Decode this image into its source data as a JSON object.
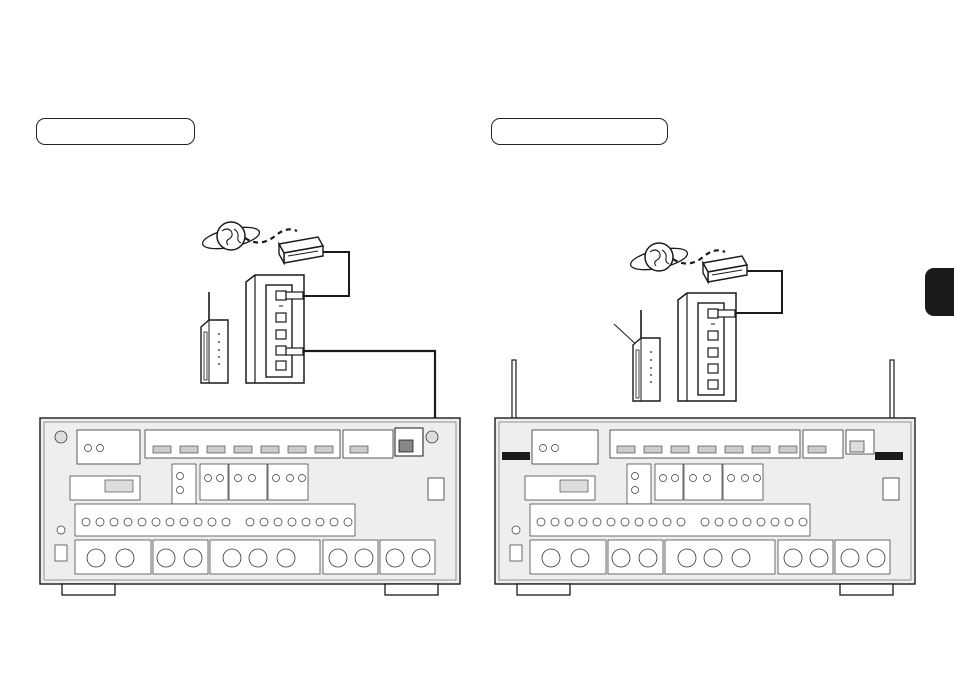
{
  "page": {
    "background": "#ffffff",
    "line_color": "#1a1a1a",
    "panel_color": "#eeeeee",
    "connector_color": "#cccccc"
  },
  "diagrams": [
    {
      "side": "left",
      "label": "",
      "antennas": "none"
    },
    {
      "side": "right",
      "label": "",
      "antennas": "wireless"
    }
  ],
  "icons": [
    "internet-globe-icon",
    "modem-icon",
    "router-icon",
    "access-point-icon",
    "wireless-antenna-icon",
    "lan-cable-icon"
  ]
}
